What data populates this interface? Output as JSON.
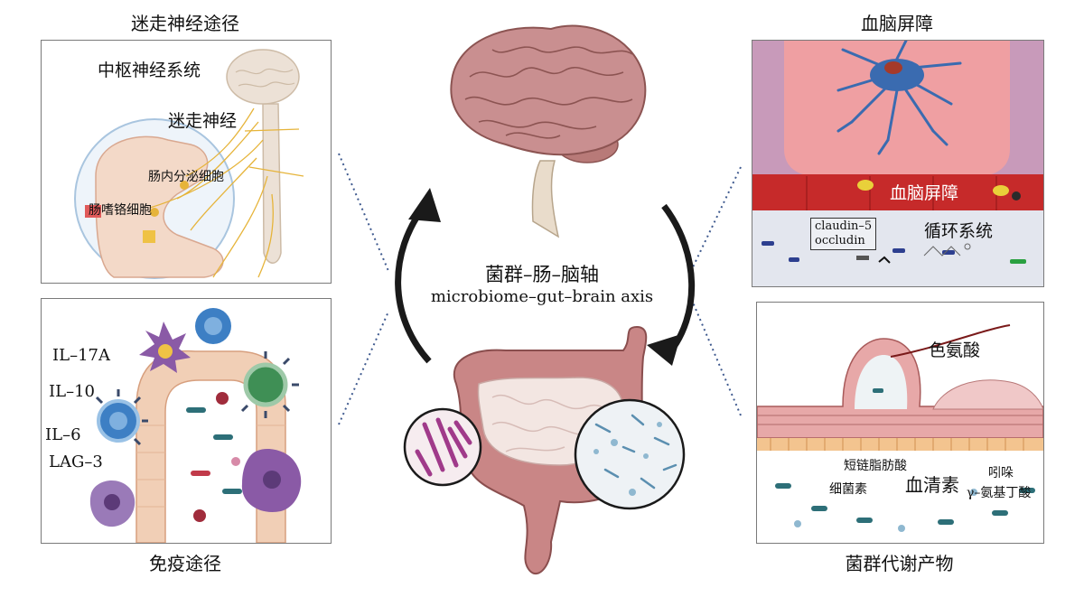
{
  "center": {
    "title_cn": "菌群–肠–脑轴",
    "title_en": "microbiome–gut–brain axis"
  },
  "vagus": {
    "title": "迷走神经途径",
    "cns": "中枢神经系统",
    "vagus_nerve": "迷走神经",
    "enteroendocrine": "肠内分泌细胞",
    "enterochromaffin": "肠嗜铬细胞"
  },
  "immune": {
    "title": "免疫途径",
    "cytokines": [
      "IL–17A",
      "IL–10",
      "IL–6",
      "LAG–3"
    ]
  },
  "bbb": {
    "title": "血脑屏障",
    "barrier": "血脑屏障",
    "claudin": "claudin–5",
    "occludin": "occludin",
    "circulation": "循环系统"
  },
  "metab": {
    "title": "菌群代谢产物",
    "tryptophan": "色氨酸",
    "scfa": "短链脂肪酸",
    "bacteriocin": "细菌素",
    "serotonin": "血清素",
    "indole": "吲哚",
    "gaba": "γ–氨基丁酸"
  },
  "colors": {
    "brain": "#c98f90",
    "gut": "#c98686",
    "bbb_red": "#c62a2a",
    "immune_purple": "#8a5aa6",
    "cell_blue": "#3d7fc4",
    "cell_green": "#3f8f55",
    "nerve_yellow": "#e6b43a",
    "dotted_line": "#3f5a8f",
    "arrow": "#1a1a1a"
  }
}
